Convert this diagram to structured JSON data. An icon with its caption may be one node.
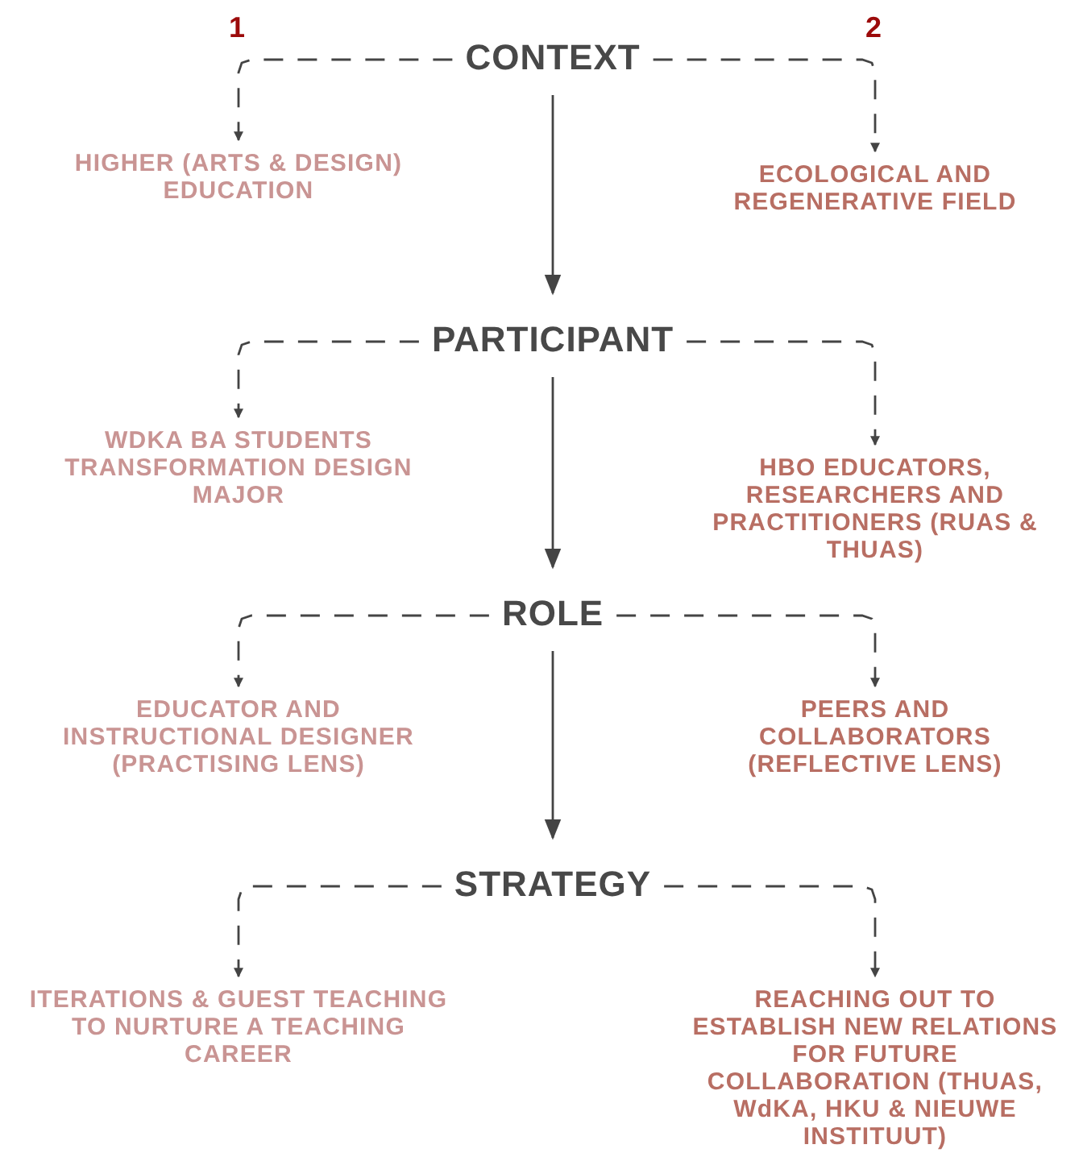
{
  "diagram": {
    "nodes": [
      {
        "text": [
          "CONTEXT"
        ]
      },
      {
        "text": [
          "HIGHER (ARTS & DESIGN) EDUCATION"
        ]
      },
      {
        "text": [
          "ECOLOGICAL AND REGENERATIVE FIELD"
        ]
      },
      {
        "text": [
          "PARTICIPANT"
        ]
      },
      {
        "text": [
          "WDKA BA STUDENTS TRANSFORMATION DESIGN MAJOR"
        ]
      },
      {
        "text": [
          "HBO EDUCATORS, RESEARCHERS AND PRACTITIONERS (RUAS & THUAS)"
        ]
      },
      {
        "text": [
          "ROLE"
        ]
      },
      {
        "text": [
          "EDUCATOR AND INSTRUCTIONAL DESIGNER (PRACTISING LENS)"
        ]
      },
      {
        "text": [
          "PEERS AND COLLABORATORS (REFLECTIVE LENS)"
        ]
      },
      {
        "text": [
          "STRATEGY"
        ]
      },
      {
        "text": [
          "ITERATIONS & GUEST TEACHING TO NURTURE A TEACHING CAREER"
        ]
      },
      {
        "text": [
          "REACHING OUT TO ESTABLISH NEW RELATIONS FOR FUTURE COLLABORATION (THUAS, WdKA, HKU & NIEUWE INSTITUUT)"
        ]
      }
    ],
    "edges": [
      {
        "from": 0,
        "to": 1,
        "arrow": "to",
        "style": "dashed"
      },
      {
        "from": 0,
        "to": 2,
        "arrow": "to",
        "style": "dashed"
      },
      {
        "from": 0,
        "to": 3,
        "arrow": "to"
      },
      {
        "from": 3,
        "to": 4,
        "arrow": "to",
        "style": "dashed"
      },
      {
        "from": 3,
        "to": 5,
        "arrow": "to",
        "style": "dashed"
      },
      {
        "from": 3,
        "to": 6,
        "arrow": "to"
      },
      {
        "from": 6,
        "to": 7,
        "arrow": "to",
        "style": "dashed"
      },
      {
        "from": 6,
        "to": 8,
        "arrow": "to",
        "style": "dashed"
      },
      {
        "from": 6,
        "to": 9,
        "arrow": "to"
      },
      {
        "from": 9,
        "to": 10,
        "arrow": "to",
        "style": "dashed"
      },
      {
        "from": 9,
        "to": 11,
        "arrow": "to",
        "style": "dashed"
      }
    ],
    "labels": [
      "1",
      "2"
    ]
  }
}
